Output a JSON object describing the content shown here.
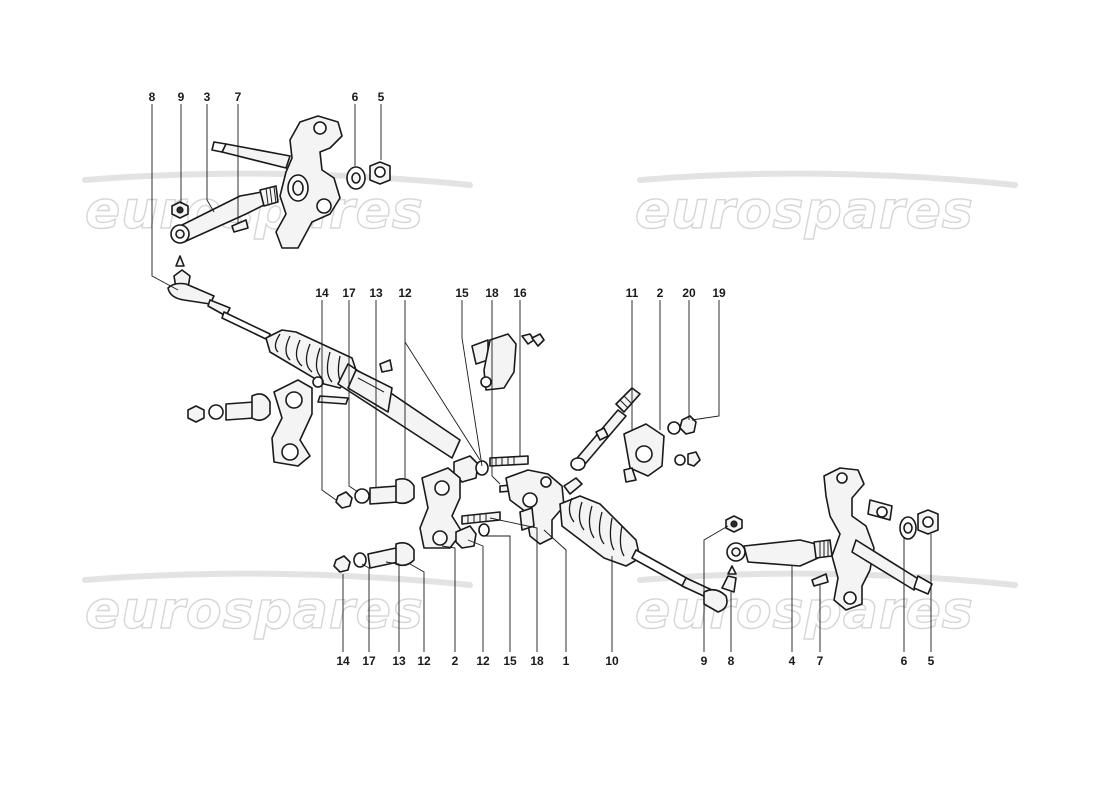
{
  "watermark": {
    "text": "eurospares"
  },
  "callouts": {
    "top_left": [
      "8",
      "9",
      "3",
      "7",
      "6",
      "5"
    ],
    "middle": [
      "14",
      "17",
      "13",
      "12",
      "15",
      "18",
      "16",
      "11",
      "2",
      "20",
      "19"
    ],
    "bottom": [
      "14",
      "17",
      "13",
      "12",
      "2",
      "12",
      "15",
      "18",
      "1",
      "10",
      "9",
      "8",
      "4",
      "7",
      "6",
      "5"
    ]
  }
}
